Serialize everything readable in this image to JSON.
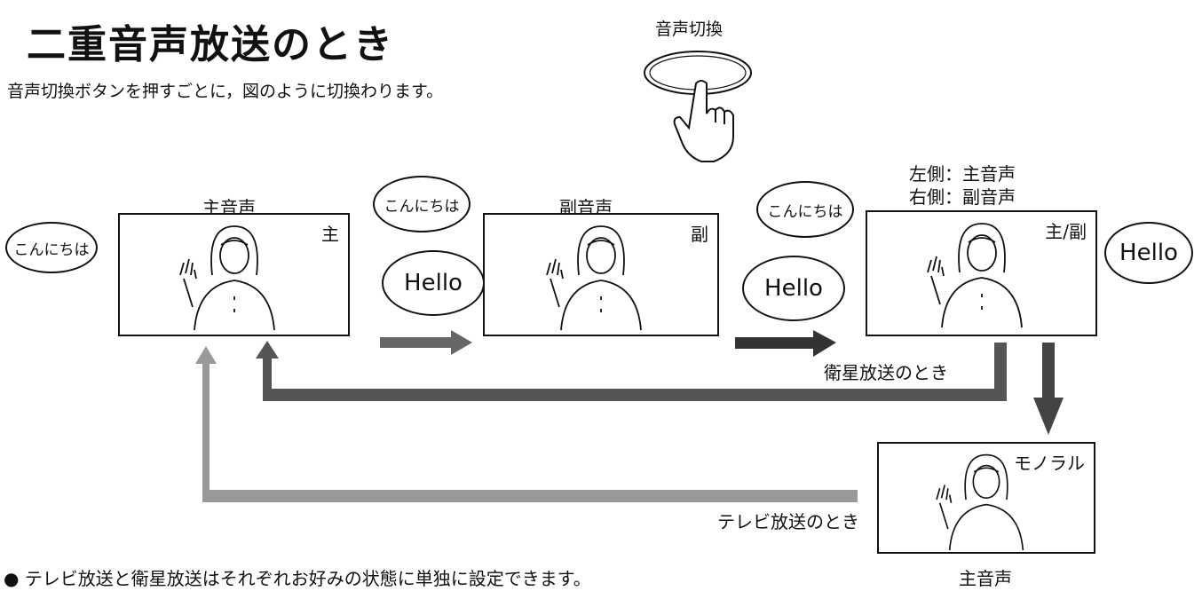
{
  "title": "二重音声放送のとき",
  "intro": "音声切換ボタンを押すごとに，図のように切換わります。",
  "button": {
    "label": "音声切換",
    "icon": "hand-press-icon"
  },
  "screens": [
    {
      "label": "主音声",
      "tag": "主"
    },
    {
      "label": "副音声",
      "tag": "副"
    },
    {
      "label_line1": "左側：主音声",
      "label_line2": "右側：副音声",
      "tag": "主/副"
    },
    {
      "label": "主音声",
      "tag": "モノラル"
    }
  ],
  "bubbles": {
    "konnichiwa": "こんにちは",
    "hello": "Hello"
  },
  "flow": {
    "satellite": "衛星放送のとき",
    "tv": "テレビ放送のとき"
  },
  "note": "テレビ放送と衛星放送はそれぞれお好みの状態に単独に設定できます。",
  "colors": {
    "line": "#111111",
    "arrow_dark": "#333333",
    "arrow_light": "#b0b0b0"
  }
}
